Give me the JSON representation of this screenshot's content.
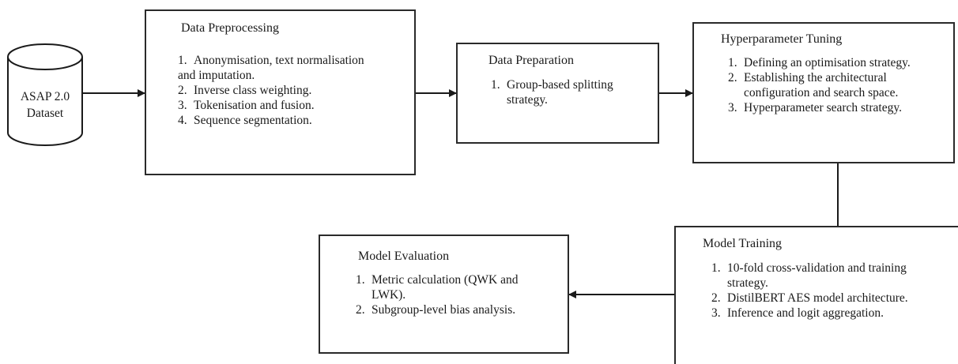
{
  "dataset": {
    "label_line1": "ASAP 2.0",
    "label_line2": "Dataset"
  },
  "preprocessing": {
    "title": "Data Preprocessing",
    "items": [
      {
        "num": "1.",
        "lines": [
          "Anonymisation, text normalisation",
          "and imputation."
        ]
      },
      {
        "num": "2.",
        "lines": [
          "Inverse class weighting."
        ]
      },
      {
        "num": "3.",
        "lines": [
          "Tokenisation and fusion."
        ]
      },
      {
        "num": "4.",
        "lines": [
          "Sequence segmentation."
        ]
      }
    ]
  },
  "preparation": {
    "title": "Data Preparation",
    "items": [
      {
        "num": "1.",
        "lines": [
          "Group-based splitting",
          "strategy."
        ]
      }
    ]
  },
  "tuning": {
    "title": "Hyperparameter Tuning",
    "items": [
      {
        "num": "1.",
        "lines": [
          "Defining an optimisation strategy."
        ]
      },
      {
        "num": "2.",
        "lines": [
          "Establishing the architectural",
          "configuration and search space."
        ]
      },
      {
        "num": "3.",
        "lines": [
          "Hyperparameter search strategy."
        ]
      }
    ]
  },
  "training": {
    "title": "Model Training",
    "items": [
      {
        "num": "1.",
        "lines": [
          "10-fold cross-validation and training",
          "strategy."
        ]
      },
      {
        "num": "2.",
        "lines": [
          "DistilBERT AES model architecture."
        ]
      },
      {
        "num": "3.",
        "lines": [
          "Inference and logit aggregation."
        ]
      }
    ]
  },
  "evaluation": {
    "title": "Model Evaluation",
    "items": [
      {
        "num": "1.",
        "lines": [
          "Metric calculation (QWK and",
          "LWK)."
        ]
      },
      {
        "num": "2.",
        "lines": [
          "Subgroup-level bias analysis."
        ]
      }
    ]
  }
}
